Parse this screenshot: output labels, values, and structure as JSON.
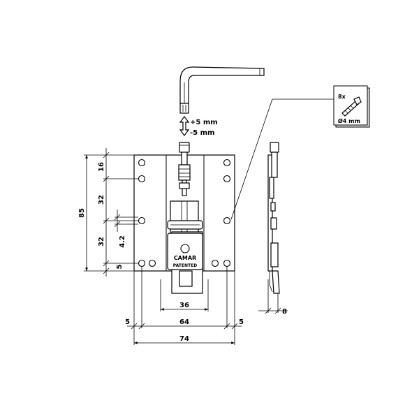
{
  "adjustment": {
    "plus": "+5 mm",
    "minus": "-5 mm"
  },
  "dimensions": {
    "d85": "85",
    "d16": "16",
    "d32a": "32",
    "d32b": "32",
    "d4_2": "4.2",
    "d5_left": "5",
    "d36": "36",
    "d5_bottom_left": "5",
    "d64": "64",
    "d5_bottom_right": "5",
    "d74": "74",
    "d8": "8"
  },
  "screw_callout": {
    "quantity": "8x",
    "diameter": "Ø4 mm",
    "icon": "screw-icon"
  },
  "plate_marking": {
    "brand": "CAMAR",
    "patent": "PATENTED"
  },
  "icons": [
    "allen-key-icon",
    "adjustment-arrow-icon",
    "screw-icon"
  ]
}
